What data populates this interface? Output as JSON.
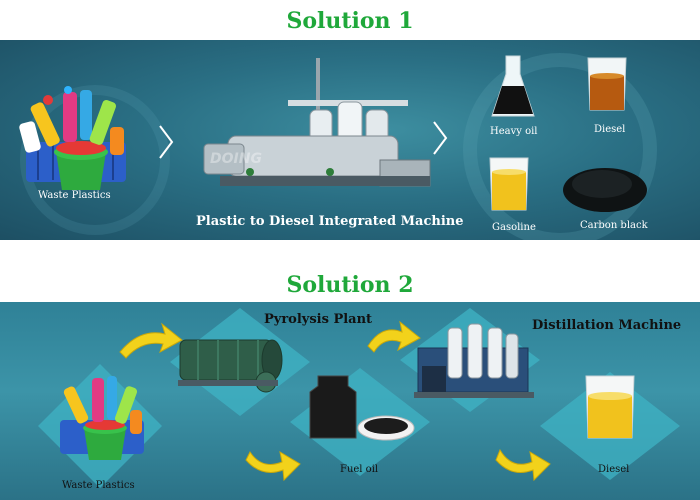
{
  "solution1": {
    "title": "Solution 1",
    "waste_label": "Waste Plastics",
    "machine_label": "Plastic to Diesel Integrated Machine",
    "products": [
      "Heavy oil",
      "Diesel",
      "Gasoline",
      "Carbon black"
    ],
    "watermark": "DOING"
  },
  "solution2": {
    "title": "Solution 2",
    "pyrolysis_label": "Pyrolysis Plant",
    "distillation_label": "Distillation Machine",
    "waste_label": "Waste Plastics",
    "fuel_label": "Fuel oil",
    "diesel_label": "Diesel"
  },
  "colors": {
    "title_green": "#1fa83a",
    "panel_teal": "#2a6f84",
    "arrow_yellow": "#f2d21b",
    "diamond": "#3fb3c4"
  }
}
